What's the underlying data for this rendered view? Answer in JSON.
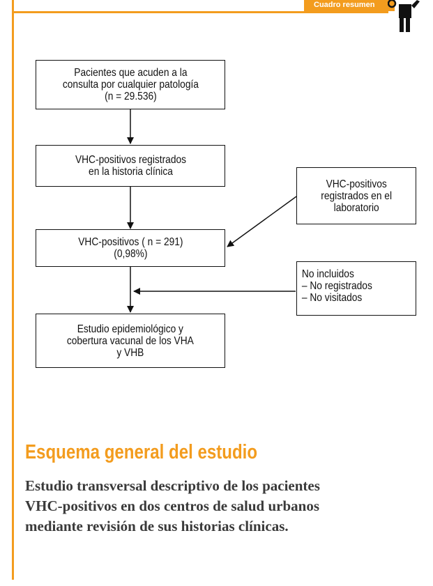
{
  "header": {
    "tag_label": "Cuadro resumen",
    "accent_color": "#f39c1e",
    "figure_icon": "person-silhouette-icon"
  },
  "flowchart": {
    "nodes": [
      {
        "id": "patients",
        "text": "Pacientes que acuden a la\nconsulta por cualquier patología\n(n = 29.536)"
      },
      {
        "id": "registered_hc",
        "text": "VHC-positivos registrados\nen la historia clínica"
      },
      {
        "id": "registered_lab",
        "text": "VHC-positivos\nregistrados en el\nlaboratorio"
      },
      {
        "id": "vhc_positive",
        "text": "VHC-positivos ( n = 291)\n(0,98%)"
      },
      {
        "id": "excluded",
        "text": "No incluidos\n   – No registrados\n   – No visitados"
      },
      {
        "id": "study",
        "text": "Estudio epidemiológico y\ncobertura vacunal de los VHA\ny VHB"
      }
    ],
    "edges": [
      {
        "from": "patients",
        "to": "registered_hc"
      },
      {
        "from": "registered_hc",
        "to": "vhc_positive"
      },
      {
        "from": "registered_lab",
        "to": "vhc_positive"
      },
      {
        "from": "vhc_positive",
        "to": "study"
      },
      {
        "from": "excluded",
        "to": "vhc_positive_study_link"
      }
    ]
  },
  "section": {
    "title": "Esquema general del estudio",
    "description": "Estudio transversal descriptivo de los pacientes VHC-positivos en dos centros de salud urbanos mediante revisión de sus historias clínicas."
  }
}
